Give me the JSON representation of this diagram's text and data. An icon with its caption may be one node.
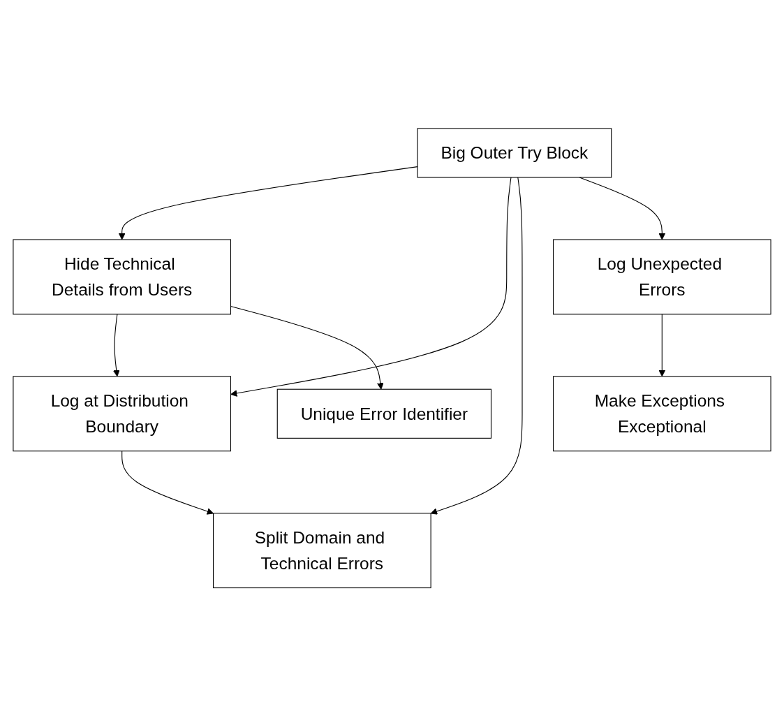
{
  "diagram": {
    "nodes": [
      {
        "text": [
          "Big Outer Try Block"
        ]
      },
      {
        "text": [
          "Hide Technical Details from Users"
        ]
      },
      {
        "text": [
          "Log at Distribution Boundary"
        ]
      },
      {
        "text": [
          "Log Unexpected Errors"
        ]
      },
      {
        "text": [
          "Unique Error Identifier"
        ]
      },
      {
        "text": [
          "Split Domain and Technical Errors"
        ]
      },
      {
        "text": [
          "Make Exceptions Exceptional"
        ]
      }
    ],
    "edges": [
      {
        "from": 0,
        "to": 1,
        "arrow": "to"
      },
      {
        "from": 0,
        "to": 2,
        "arrow": "to"
      },
      {
        "from": 0,
        "to": 5,
        "arrow": "to"
      },
      {
        "from": 0,
        "to": 3,
        "arrow": "to"
      },
      {
        "from": 1,
        "to": 2,
        "arrow": "to"
      },
      {
        "from": 1,
        "to": 4,
        "arrow": "to"
      },
      {
        "from": 2,
        "to": 5,
        "arrow": "to"
      },
      {
        "from": 3,
        "to": 6,
        "arrow": "to"
      }
    ]
  }
}
